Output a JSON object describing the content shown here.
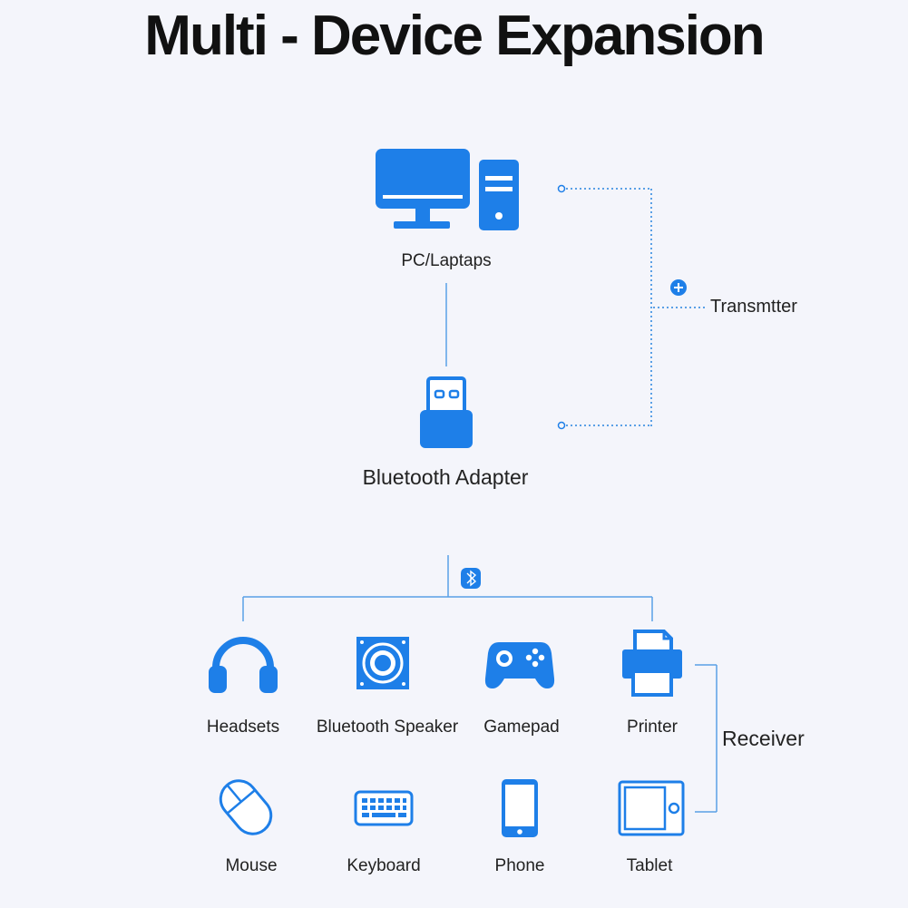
{
  "title": "Multi - Device Expansion",
  "source": {
    "pc_label": "PC/Laptaps",
    "adapter_label": "Bluetooth Adapter"
  },
  "transmitter_label": "Transmtter",
  "receiver_label": "Receiver",
  "devices": [
    {
      "label": "Headsets",
      "icon": "headset-icon"
    },
    {
      "label": "Bluetooth Speaker",
      "icon": "speaker-icon"
    },
    {
      "label": "Gamepad",
      "icon": "gamepad-icon"
    },
    {
      "label": "Printer",
      "icon": "printer-icon"
    },
    {
      "label": "Mouse",
      "icon": "mouse-icon"
    },
    {
      "label": "Keyboard",
      "icon": "keyboard-icon"
    },
    {
      "label": "Phone",
      "icon": "phone-icon"
    },
    {
      "label": "Tablet",
      "icon": "tablet-icon"
    }
  ],
  "colors": {
    "accent": "#1e7fe8",
    "line": "#5aa0e6",
    "text": "#222222"
  }
}
